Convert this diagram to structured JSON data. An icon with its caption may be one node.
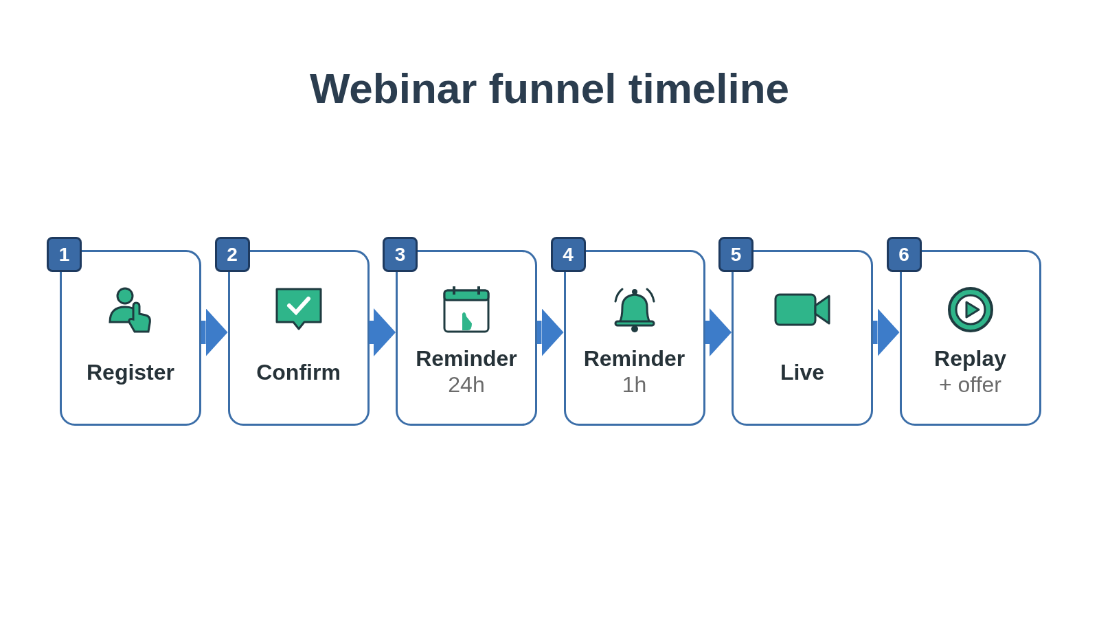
{
  "diagram": {
    "title": "Webinar funnel timeline",
    "nodes": [
      {
        "text": [
          "1",
          "Register"
        ]
      },
      {
        "text": [
          "2",
          "Confirm"
        ]
      },
      {
        "text": [
          "3",
          "Reminder",
          "24h"
        ]
      },
      {
        "text": [
          "4",
          "Reminder",
          "1h"
        ]
      },
      {
        "text": [
          "5",
          "Live"
        ]
      },
      {
        "text": [
          "6",
          "Replay",
          "+ offer"
        ]
      }
    ],
    "edges": [
      {
        "from": 0,
        "to": 1,
        "arrow": "to"
      },
      {
        "from": 1,
        "to": 2,
        "arrow": "to"
      },
      {
        "from": 2,
        "to": 3,
        "arrow": "to"
      },
      {
        "from": 3,
        "to": 4,
        "arrow": "to"
      },
      {
        "from": 4,
        "to": 5,
        "arrow": "to"
      }
    ]
  }
}
